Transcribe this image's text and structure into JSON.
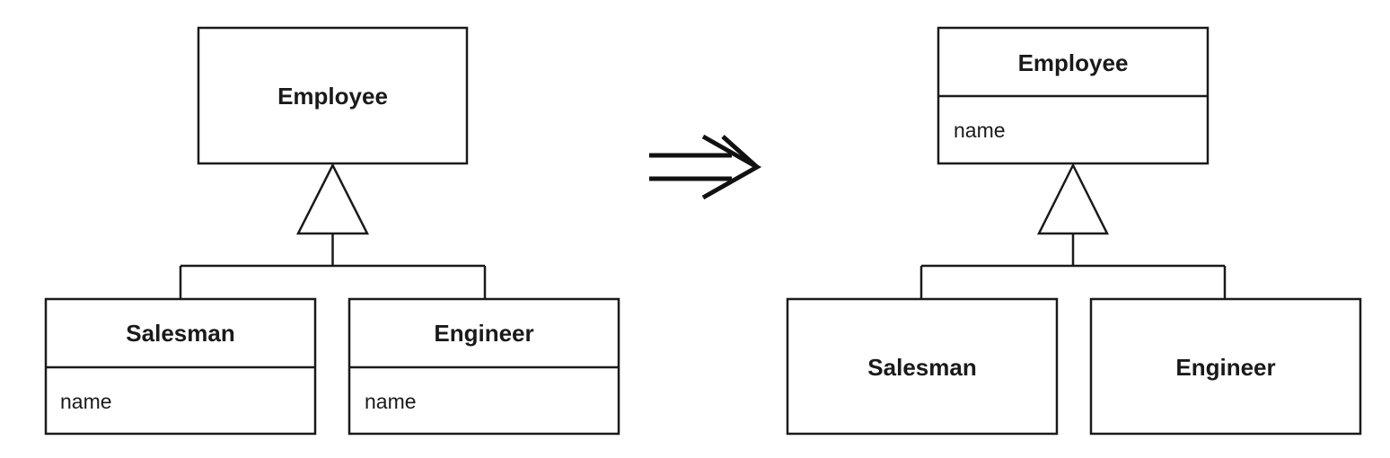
{
  "before": {
    "parent": {
      "name": "Employee",
      "attributes": []
    },
    "children": [
      {
        "name": "Salesman",
        "attributes": [
          "name"
        ]
      },
      {
        "name": "Engineer",
        "attributes": [
          "name"
        ]
      }
    ]
  },
  "after": {
    "parent": {
      "name": "Employee",
      "attributes": [
        "name"
      ]
    },
    "children": [
      {
        "name": "Salesman",
        "attributes": []
      },
      {
        "name": "Engineer",
        "attributes": []
      }
    ]
  }
}
